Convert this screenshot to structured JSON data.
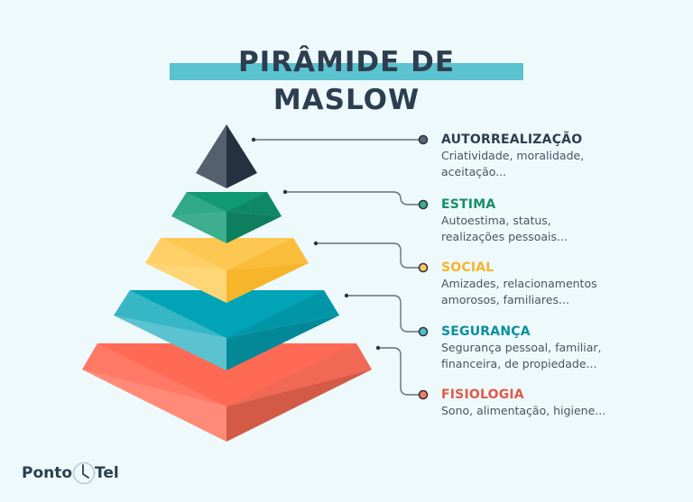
{
  "title": "PIRÂMIDE DE MASLOW",
  "colors": {
    "background": "#eef9fb",
    "title_text": "#2c3e50",
    "title_highlight": "#5bc3cf",
    "connector": "#666f78"
  },
  "levels": [
    {
      "name": "AUTORREALIZAÇÃO",
      "desc_line1": "Criatividade, moralidade,",
      "desc_line2": "aceitação...",
      "color": "#2c3e50",
      "dot_color": "#5a6675"
    },
    {
      "name": "ESTIMA",
      "desc_line1": "Autoestima, status,",
      "desc_line2": "realizações pessoais...",
      "color": "#168f66",
      "dot_color": "#3aae8a"
    },
    {
      "name": "SOCIAL",
      "desc_line1": "Amizades, relacionamentos",
      "desc_line2": "amorosos, familiares...",
      "color": "#f6b52a",
      "dot_color": "#fdc95b"
    },
    {
      "name": "SEGURANÇA",
      "desc_line1": "Segurança pessoal, familiar,",
      "desc_line2": "financeira, de propiedade...",
      "color": "#0a8fa0",
      "dot_color": "#4fbfcd"
    },
    {
      "name": "FISIOLOGIA",
      "desc_line1": "Sono, alimentação, higiene...",
      "desc_line2": "",
      "color": "#e05a4a",
      "dot_color": "#ff7a68"
    }
  ],
  "logo": {
    "left": "Ponto",
    "right": "Tel",
    "icon": "clock-icon"
  }
}
